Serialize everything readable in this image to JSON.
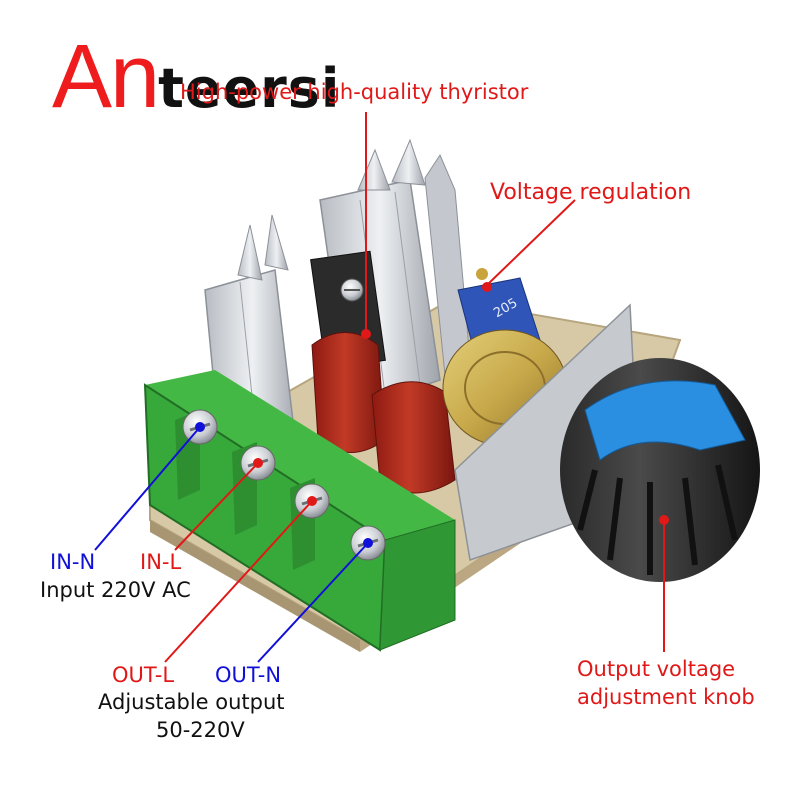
{
  "brand": {
    "initial": "An",
    "rest": "teersi"
  },
  "colors": {
    "brand": "#ee1c1c",
    "callout_red": "#e01818",
    "callout_blue": "#1010d8",
    "terminal_green": "#36a93a",
    "knob_blue": "#2a8fe0"
  },
  "callouts": {
    "thyristor": "High-power high-quality thyristor",
    "voltage_regulation": "Voltage regulation",
    "in_n": "IN-N",
    "in_l": "IN-L",
    "input_desc": "Input 220V AC",
    "out_l": "OUT-L",
    "out_n": "OUT-N",
    "output_desc_1": "Adjustable output",
    "output_desc_2": "50-220V",
    "knob_1": "Output voltage",
    "knob_2": "adjustment knob"
  },
  "trimmer_marking": "205",
  "icons": [
    "screw-terminal-icon"
  ]
}
